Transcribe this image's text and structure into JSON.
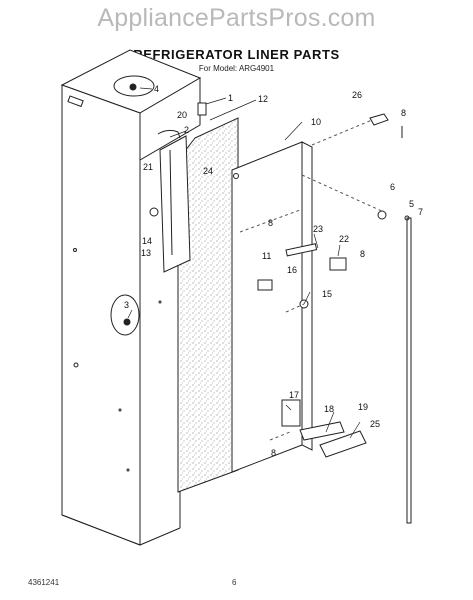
{
  "watermark": "AppliancePartsPros.com",
  "title": "REFRIGERATOR LINER PARTS",
  "subtitle": "For Model: ARG4901",
  "footer": {
    "doc_number": "4361241",
    "page": "6"
  },
  "callouts": [
    "1",
    "2",
    "3",
    "4",
    "5",
    "6",
    "7",
    "8",
    "8",
    "8",
    "8",
    "10",
    "11",
    "12",
    "13",
    "14",
    "15",
    "16",
    "17",
    "18",
    "19",
    "20",
    "21",
    "22",
    "23",
    "24",
    "25",
    "26"
  ]
}
